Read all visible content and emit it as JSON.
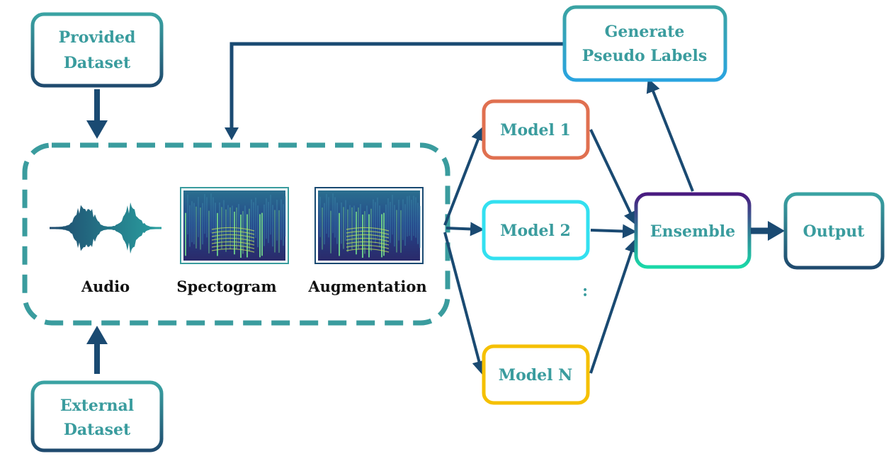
{
  "nodes": {
    "provided_dataset": [
      "Provided",
      "Dataset"
    ],
    "external_dataset": [
      "External",
      "Dataset"
    ],
    "generate_pseudo_labels": [
      "Generate",
      "Pseudo Labels"
    ],
    "model_1": "Model 1",
    "model_2": "Model 2",
    "model_n": "Model N",
    "ellipsis": ":",
    "ensemble": "Ensemble",
    "output": "Output"
  },
  "preprocessing": {
    "audio": "Audio",
    "spectogram": "Spectogram",
    "augmentation": "Augmentation"
  },
  "colors": {
    "teal_text": "#3a9c9e",
    "arrow": "#1a4a72",
    "dashed_border": "#3a9c9e",
    "model_1_border": "#e07050",
    "model_2_border": "#33e0f0",
    "model_n_border": "#f5c000",
    "pseudo_border": "#2aa4e0",
    "ensemble_top": "#4a1a80",
    "ensemble_bottom": "#1ad9a8"
  }
}
